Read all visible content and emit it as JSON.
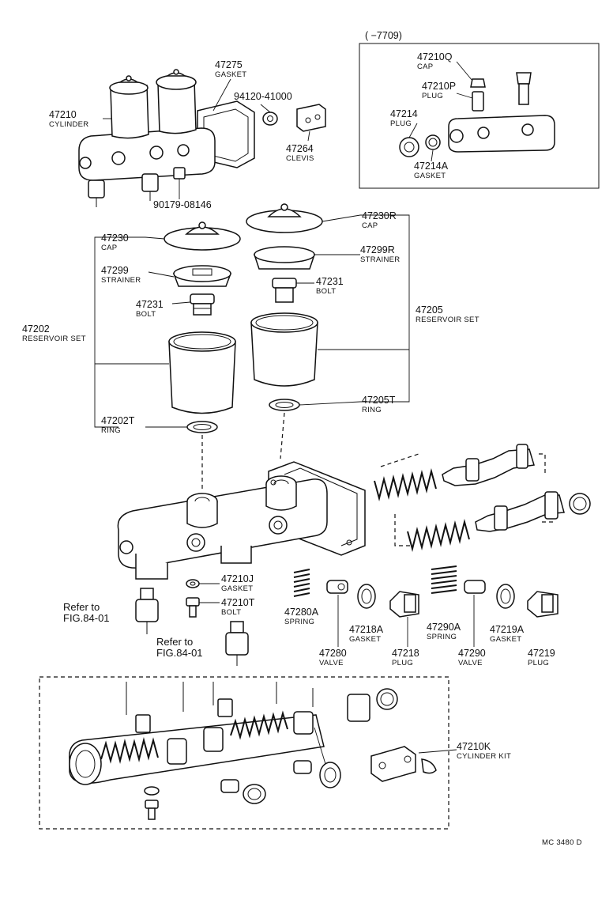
{
  "labels": {
    "date_range": "(      −7709)",
    "l47210": {
      "num": "47210",
      "name": "CYLINDER"
    },
    "l47275": {
      "num": "47275",
      "name": "GASKET"
    },
    "l94120": {
      "num": "94120-41000"
    },
    "l47264": {
      "num": "47264",
      "name": "CLEVIS"
    },
    "l90179": {
      "num": "90179-08146"
    },
    "l47210Q": {
      "num": "47210Q",
      "name": "CAP"
    },
    "l47210P": {
      "num": "47210P",
      "name": "PLUG"
    },
    "l47214": {
      "num": "47214",
      "name": "PLUG"
    },
    "l47214A": {
      "num": "47214A",
      "name": "GASKET"
    },
    "l47230": {
      "num": "47230",
      "name": "CAP"
    },
    "l47299": {
      "num": "47299",
      "name": "STRAINER"
    },
    "l47231a": {
      "num": "47231",
      "name": "BOLT"
    },
    "l47202": {
      "num": "47202",
      "name": "RESERVOIR SET"
    },
    "l47202T": {
      "num": "47202T",
      "name": "RING"
    },
    "l47230R": {
      "num": "47230R",
      "name": "CAP"
    },
    "l47299R": {
      "num": "47299R",
      "name": "STRAINER"
    },
    "l47231b": {
      "num": "47231",
      "name": "BOLT"
    },
    "l47205": {
      "num": "47205",
      "name": "RESERVOIR SET"
    },
    "l47205T": {
      "num": "47205T",
      "name": "RING"
    },
    "ref1": {
      "line1": "Refer to",
      "line2": "FIG.84-01"
    },
    "ref2": {
      "line1": "Refer to",
      "line2": "FIG.84-01"
    },
    "l47210J": {
      "num": "47210J",
      "name": "GASKET"
    },
    "l47210T": {
      "num": "47210T",
      "name": "BOLT"
    },
    "l47280A": {
      "num": "47280A",
      "name": "SPRING"
    },
    "l47218A": {
      "num": "47218A",
      "name": "GASKET"
    },
    "l47280": {
      "num": "47280",
      "name": "VALVE"
    },
    "l47218": {
      "num": "47218",
      "name": "PLUG"
    },
    "l47290A": {
      "num": "47290A",
      "name": "SPRING"
    },
    "l47219A": {
      "num": "47219A",
      "name": "GASKET"
    },
    "l47290": {
      "num": "47290",
      "name": "VALVE"
    },
    "l47219": {
      "num": "47219",
      "name": "PLUG"
    },
    "l47210K": {
      "num": "47210K",
      "name": "CYLINDER KIT"
    },
    "code": "MC 3480 D"
  }
}
